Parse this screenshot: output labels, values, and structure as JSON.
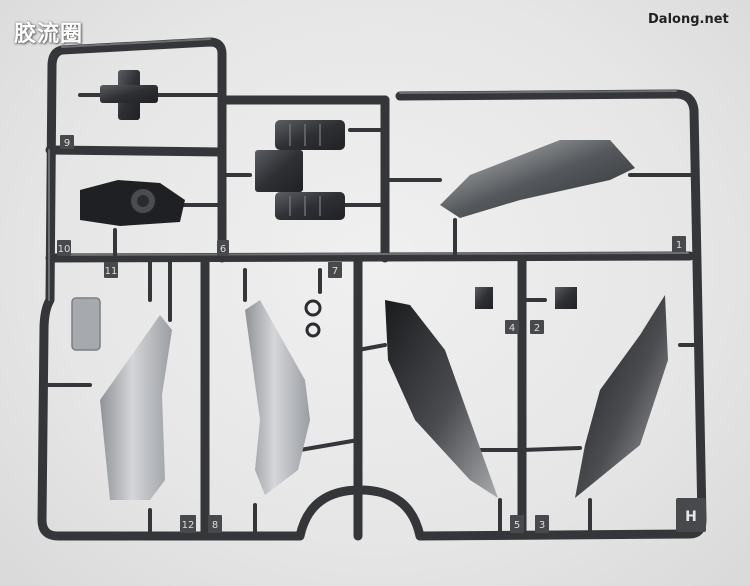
{
  "watermark_cn": "胶流圈",
  "watermark_site": "Dalong.net",
  "sprue_letter": "H",
  "part_numbers": [
    "1",
    "2",
    "3",
    "4",
    "5",
    "6",
    "7",
    "8",
    "9",
    "10",
    "11",
    "12"
  ],
  "colors": {
    "background": "#e6e6e6",
    "sprue_frame": "#3b3d40",
    "part_silver": "#b8bbbf",
    "part_dark": "#2a2c2f"
  }
}
